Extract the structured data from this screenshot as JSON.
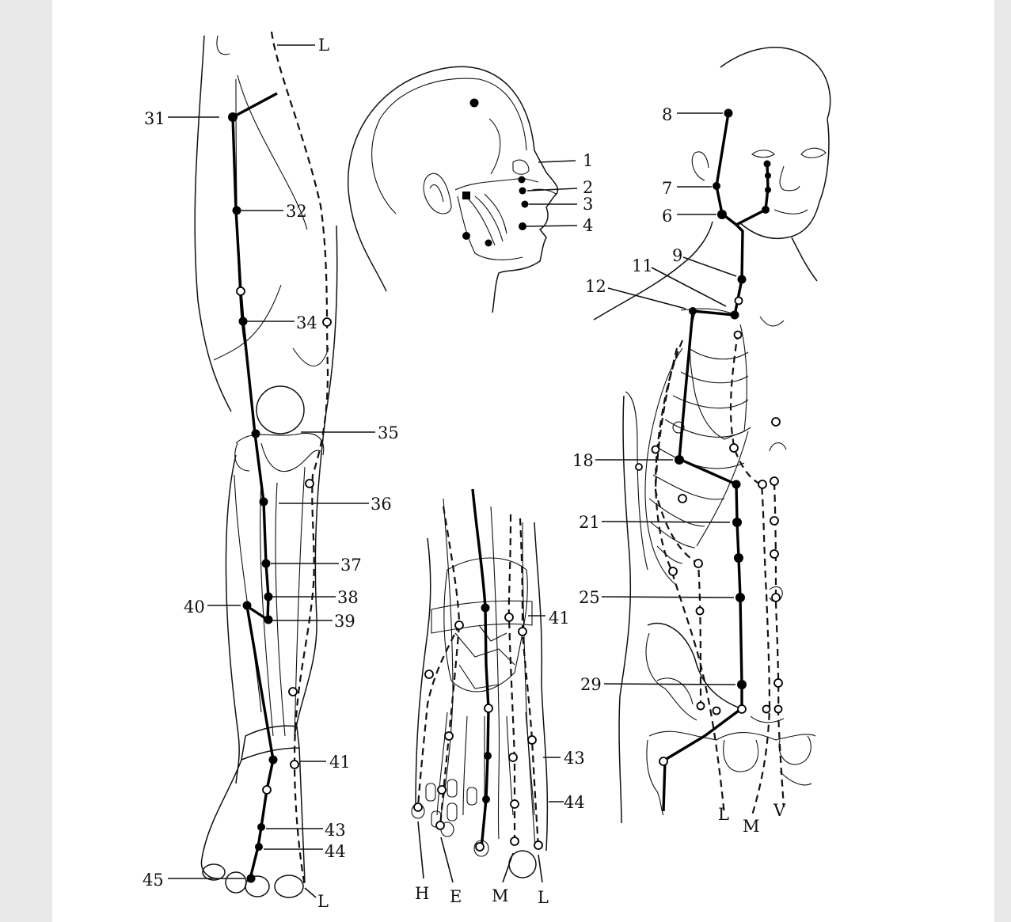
{
  "labels": {
    "leg": {
      "l_top": "L",
      "p31": "31",
      "p32": "32",
      "p34": "34",
      "p35": "35",
      "p36": "36",
      "p37": "37",
      "p38": "38",
      "p39": "39",
      "p40": "40",
      "p41": "41",
      "p43": "43",
      "p44": "44",
      "p45": "45",
      "l_bottom": "L"
    },
    "head": {
      "p1": "1",
      "p2": "2",
      "p3": "3",
      "p4": "4"
    },
    "foot": {
      "p41": "41",
      "p43": "43",
      "p44": "44",
      "h": "H",
      "e": "E",
      "m": "M",
      "l": "L"
    },
    "torso": {
      "p6": "6",
      "p7": "7",
      "p8": "8",
      "p9": "9",
      "p11": "11",
      "p12": "12",
      "p18": "18",
      "p21": "21",
      "p25": "25",
      "p29": "29",
      "l": "L",
      "m": "M",
      "v": "V"
    }
  }
}
